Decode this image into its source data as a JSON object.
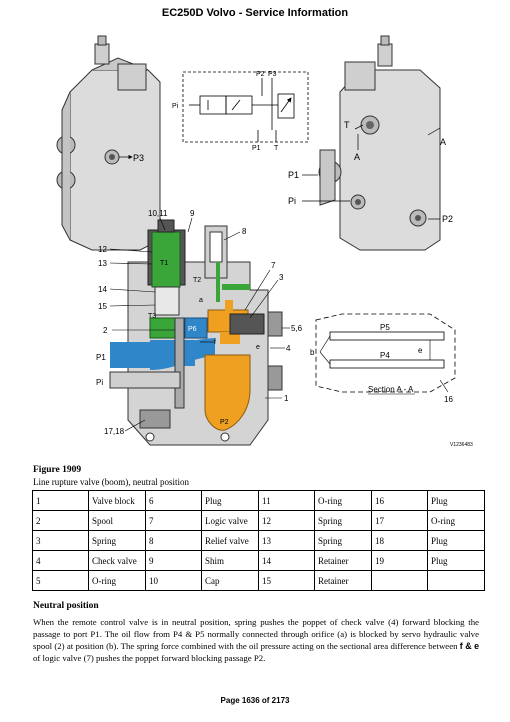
{
  "header": {
    "title": "EC250D Volvo - Service Information"
  },
  "figure": {
    "number": "Figure 1909",
    "caption": "Line rupture valve (boom), neutral position",
    "image_code": "V1236483",
    "labels": {
      "p2_top": "P2",
      "p3_top": "P3",
      "pi_schem": "Pi",
      "p1_schem": "P1",
      "t_schem": "T",
      "p3_left": "P3",
      "t_right": "T",
      "a_right1": "A",
      "a_right2": "A",
      "p1_right": "P1",
      "pi_right": "Pi",
      "p2_right": "P2",
      "n10_11": "10,11",
      "n9": "9",
      "n8": "8",
      "n12": "12",
      "n13": "13",
      "n14": "14",
      "n15": "15",
      "n2": "2",
      "p1_main": "P1",
      "pi_main": "Pi",
      "n17_18": "17,18",
      "n7": "7",
      "n3": "3",
      "n5_6": "5,6",
      "n4": "4",
      "n1": "1",
      "t1": "T1",
      "t2": "T2",
      "t3": "T3",
      "p6": "P6",
      "p2_main": "P2",
      "a_small": "a",
      "f_small": "f",
      "e_small": "e",
      "p5_sec": "P5",
      "p4_sec": "P4",
      "b_sec": "b",
      "e_sec": "e",
      "section_label": "Section  A - A",
      "n16": "16"
    }
  },
  "parts_table": {
    "rows": [
      [
        "1",
        "Valve block",
        "6",
        "Plug",
        "11",
        "O-ring",
        "16",
        "Plug"
      ],
      [
        "2",
        "Spool",
        "7",
        "Logic valve",
        "12",
        "Spring",
        "17",
        "O-ring"
      ],
      [
        "3",
        "Spring",
        "8",
        "Relief valve",
        "13",
        "Spring",
        "18",
        "Plug"
      ],
      [
        "4",
        "Check valve",
        "9",
        "Shim",
        "14",
        "Retainer",
        "19",
        "Plug"
      ],
      [
        "5",
        "O-ring",
        "10",
        "Cap",
        "15",
        "Retainer",
        "",
        ""
      ]
    ]
  },
  "section": {
    "title": "Neutral position",
    "para_1": "When the remote control valve is in neutral position, spring pushes the poppet of check valve (4) forward blocking the passage to port P1. The oil flow from P4 & P5 normally connected through orifice (a) is blocked by servo hydraulic valve spool (2) at position (b). The spring force combined with the oil pressure acting on the sectional area difference between ",
    "para_bold": "f & e",
    "para_2": " of logic valve (7) pushes the poppet forward blocking passage P2."
  },
  "footer": {
    "page": "Page 1636 of 2173"
  },
  "colors": {
    "green": "#3aa63a",
    "blue": "#2f86c8",
    "orange": "#f0a020",
    "body_gray": "#d4d4d4",
    "dark_gray": "#7a7a7a"
  }
}
